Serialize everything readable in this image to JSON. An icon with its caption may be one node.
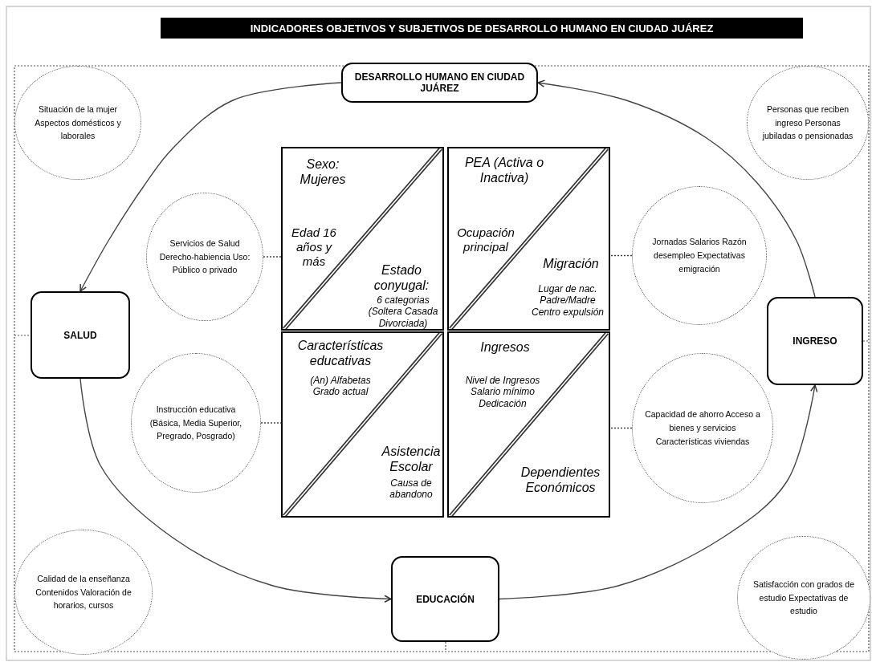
{
  "diagram": {
    "title": "INDICADORES OBJETIVOS Y SUBJETIVOS DE DESARROLLO HUMANO EN CIUDAD JUÁREZ",
    "nodes": [
      {
        "text": [
          "DESARROLLO HUMANO EN CIUDAD JUÁREZ"
        ]
      },
      {
        "text": [
          "Situación de la mujer Aspectos domésticos y laborales"
        ]
      },
      {
        "text": [
          "Personas que reciben ingreso Personas jubiladas o pensionadas"
        ]
      },
      {
        "text": [
          "Sexo: Mujeres",
          "Edad 16 años y más",
          "Estado conyugal:",
          "6 categorias (Soltera Casada Divorciada)"
        ]
      },
      {
        "text": [
          "PEA (Activa o Inactiva)",
          "Ocupación principal",
          "Migración",
          "Lugar de nac. Padre/Madre Centro expulsión"
        ]
      },
      {
        "text": [
          "Servicios de Salud Derecho-habiencia Uso: Público o privado"
        ]
      },
      {
        "text": [
          "Jornadas Salarios Razón desempleo Expectativas emigración"
        ]
      },
      {
        "text": [
          "SALUD"
        ]
      },
      {
        "text": [
          "INGRESO"
        ]
      },
      {
        "text": [
          "Características educativas",
          "(An) Alfabetas Grado actual",
          "Asistencia Escolar",
          "Causa de abandono"
        ]
      },
      {
        "text": [
          "Ingresos",
          "Nivel de Ingresos Salario mínimo Dedicación",
          "Dependientes Económicos"
        ]
      },
      {
        "text": [
          "Instrucción educativa (Básica, Media Superior, Pregrado, Posgrado)"
        ]
      },
      {
        "text": [
          "Capacidad de ahorro Acceso a bienes y servicios Características viviendas"
        ]
      },
      {
        "text": [
          "Calidad de la enseñanza Contenidos Valoración de horarios, cursos"
        ]
      },
      {
        "text": [
          "EDUCACIÓN"
        ]
      },
      {
        "text": [
          "Satisfacción con grados de estudio Expectativas de estudio"
        ]
      }
    ],
    "edges": [
      {
        "from": 0,
        "to": 7,
        "arrow": "to"
      },
      {
        "from": 7,
        "to": 14,
        "arrow": "to"
      },
      {
        "from": 14,
        "to": 8,
        "arrow": "to"
      },
      {
        "from": 8,
        "to": 0,
        "arrow": "to"
      },
      {
        "from": 5,
        "to": 3,
        "arrow": "none",
        "style": "dashed"
      },
      {
        "from": 6,
        "to": 4,
        "arrow": "none",
        "style": "dashed"
      },
      {
        "from": 11,
        "to": 9,
        "arrow": "none",
        "style": "dashed"
      },
      {
        "from": 12,
        "to": 10,
        "arrow": "none",
        "style": "dashed"
      }
    ]
  }
}
